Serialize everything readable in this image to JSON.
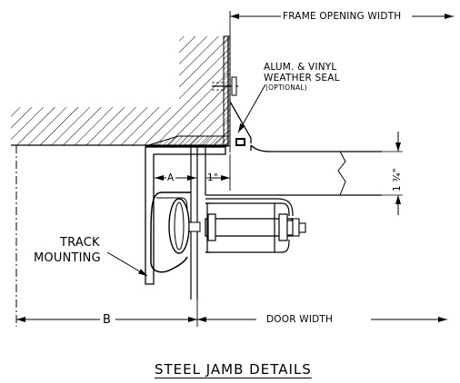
{
  "labels": {
    "frame_opening_width": "FRAME OPENING WIDTH",
    "weather_seal_line1": "ALUM. & VINYL",
    "weather_seal_line2": "WEATHER SEAL",
    "weather_seal_line3": "(OPTIONAL)",
    "dim_a": "A",
    "dim_one_inch": "1\"",
    "dim_one_three_quarter": "1 ¾\"",
    "track_line1": "TRACK",
    "track_line2": "MOUNTING",
    "dim_b": "B",
    "door_width": "DOOR WIDTH",
    "title": "STEEL JAMB DETAILS"
  },
  "colors": {
    "ink": "#000000",
    "paper": "#ffffff"
  }
}
